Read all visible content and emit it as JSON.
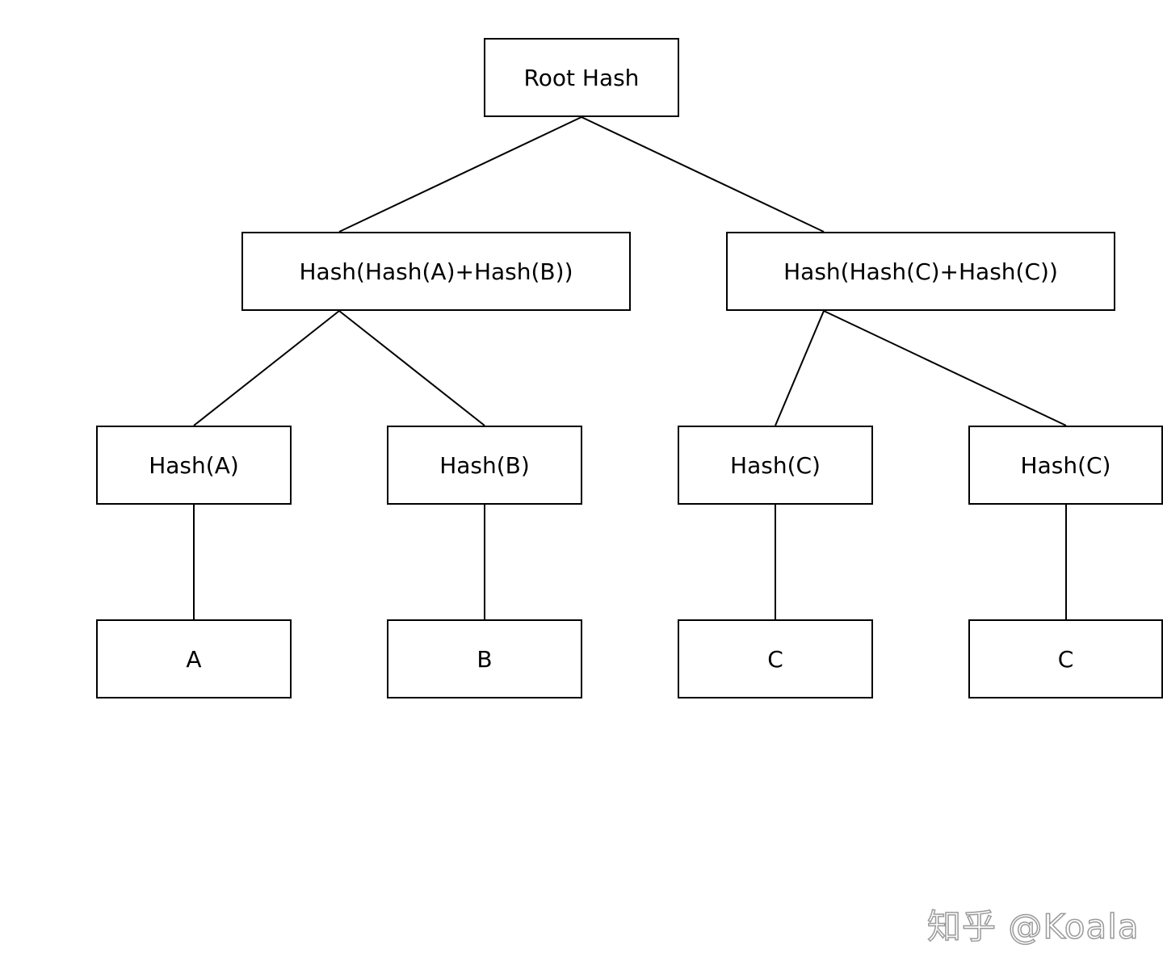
{
  "nodes": {
    "root": "Root Hash",
    "left_branch": "Hash(Hash(A)+Hash(B))",
    "right_branch": "Hash(Hash(C)+Hash(C))",
    "hash_a": "Hash(A)",
    "hash_b": "Hash(B)",
    "hash_c_1": "Hash(C)",
    "hash_c_2": "Hash(C)",
    "data_a": "A",
    "data_b": "B",
    "data_c_1": "C",
    "data_c_2": "C"
  },
  "edges": [
    [
      "root",
      "left_branch"
    ],
    [
      "root",
      "right_branch"
    ],
    [
      "left_branch",
      "hash_a"
    ],
    [
      "left_branch",
      "hash_b"
    ],
    [
      "right_branch",
      "hash_c_1"
    ],
    [
      "right_branch",
      "hash_c_2"
    ],
    [
      "hash_a",
      "data_a"
    ],
    [
      "hash_b",
      "data_b"
    ],
    [
      "hash_c_1",
      "data_c_1"
    ],
    [
      "hash_c_2",
      "data_c_2"
    ]
  ],
  "watermark": "知乎 @Koala",
  "colors": {
    "stroke": "#000000",
    "background": "#ffffff",
    "watermark_outline": "#9a9a9a"
  }
}
